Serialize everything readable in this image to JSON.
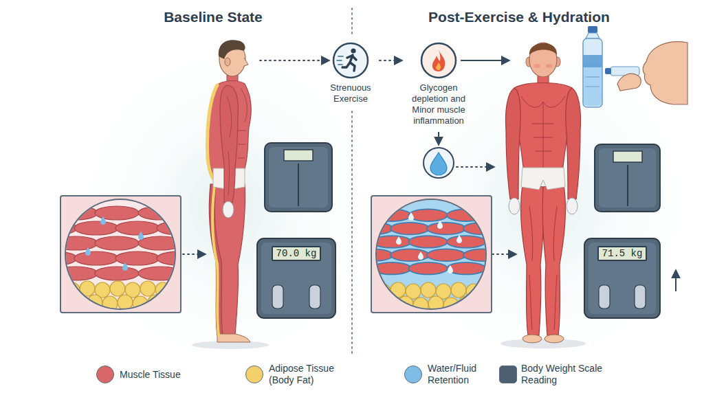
{
  "diagram": {
    "nodes": [
      {
        "text": [
          "Strenuous Exercise"
        ]
      },
      {
        "text": [
          "Glycogen depletion and Minor muscle inflammation"
        ]
      },
      {
        "text": [
          "70.0 kg"
        ]
      },
      {
        "text": [
          "71.5 kg"
        ]
      }
    ],
    "edges": [
      {
        "from": 0,
        "to": 1,
        "arrow": "to"
      }
    ],
    "labels": [
      "Baseline State",
      "Post-Exercise & Hydration"
    ],
    "legend": [
      {
        "text": "Muscle Tissue",
        "color": "#d9676a"
      },
      {
        "text": "Adipose Tissue (Body Fat)",
        "color": "#f3d06a"
      },
      {
        "text": "Water/Fluid Retention",
        "color": "#7fbde6"
      },
      {
        "text": "Body Weight Scale Reading",
        "color": "#4d6073"
      }
    ]
  }
}
